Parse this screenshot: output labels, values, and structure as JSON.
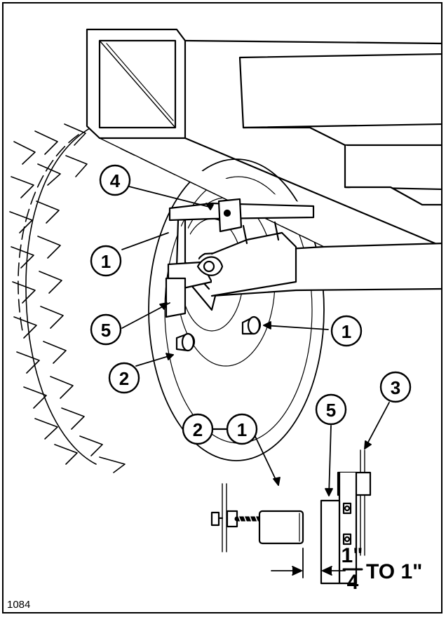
{
  "figure": {
    "figure_number": "1084",
    "callouts": [
      {
        "key": "callout-4-top",
        "label": "4"
      },
      {
        "key": "callout-1-left",
        "label": "1"
      },
      {
        "key": "callout-5-left",
        "label": "5"
      },
      {
        "key": "callout-2-left",
        "label": "2"
      },
      {
        "key": "callout-1-right",
        "label": "1"
      },
      {
        "key": "callout-2-detail",
        "label": "2"
      },
      {
        "key": "callout-1-detail",
        "label": "1"
      },
      {
        "key": "callout-5-detail",
        "label": "5"
      },
      {
        "key": "callout-3-detail",
        "label": "3"
      }
    ],
    "dimension": {
      "numerator": "1\"",
      "denominator": "4",
      "suffix": "TO 1\""
    }
  }
}
